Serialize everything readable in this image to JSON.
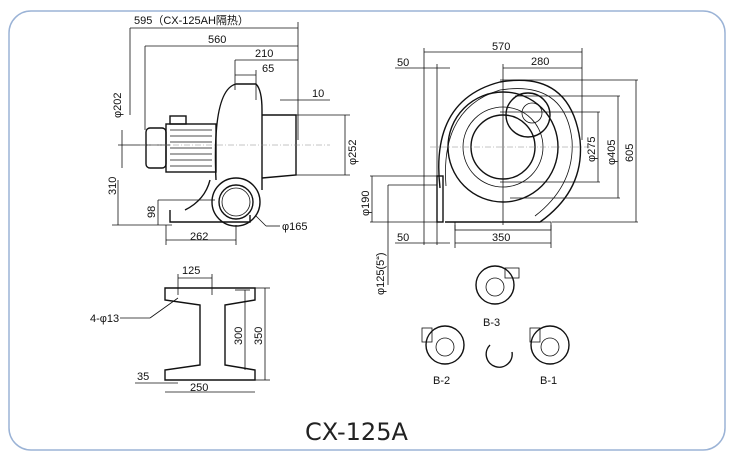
{
  "title": "CX-125A",
  "colors": {
    "frame": "#9bb3d6",
    "line": "#111111"
  },
  "side_view": {
    "dims": [
      "595（CX-125AH隔热）",
      "560",
      "210",
      "65",
      "10",
      "φ202",
      "φ252",
      "310",
      "98",
      "262",
      "φ165"
    ]
  },
  "front_view": {
    "dims": [
      "570",
      "50",
      "280",
      "φ275",
      "φ405",
      "605",
      "φ190",
      "50",
      "350",
      "φ125(5“)"
    ]
  },
  "base_view": {
    "dims": [
      "125",
      "4-φ13",
      "300",
      "350",
      "35",
      "250"
    ]
  },
  "orientations": [
    "B-3",
    "B-2",
    "B-1"
  ]
}
